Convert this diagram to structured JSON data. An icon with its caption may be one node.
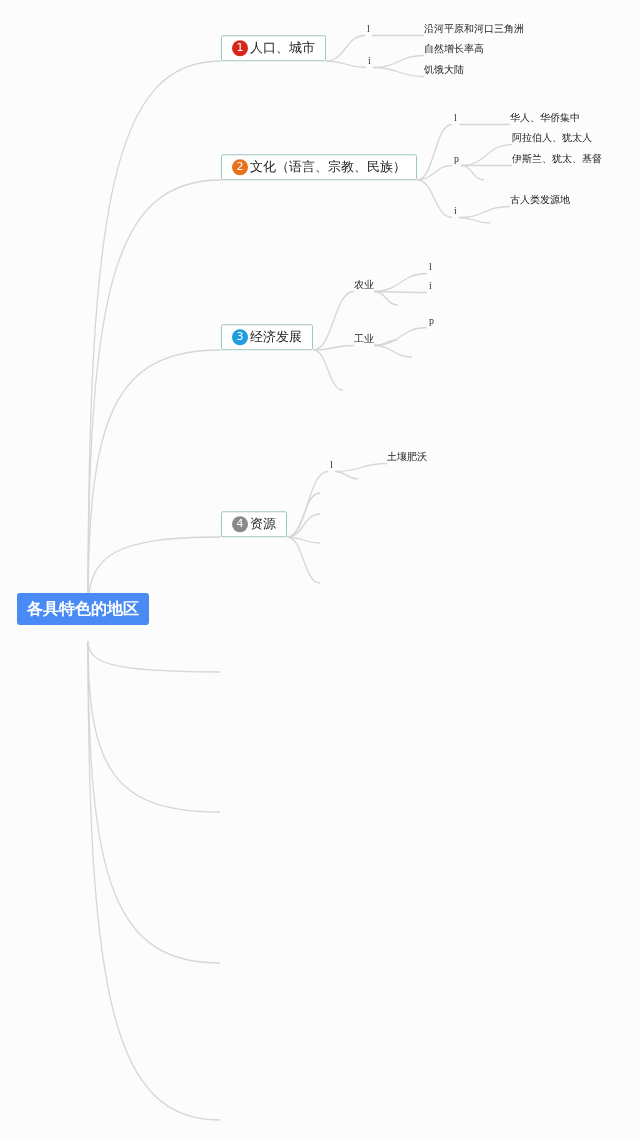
{
  "diagram": {
    "nodes": [
      {
        "text": [
          "各具特色的地区"
        ]
      },
      {
        "text": [
          "1",
          "人口、城市"
        ]
      },
      {
        "text": [
          "l"
        ]
      },
      {
        "text": [
          "沿河平原和河口三角洲"
        ]
      },
      {
        "text": [
          "i"
        ]
      },
      {
        "text": [
          "自然增长率高"
        ]
      },
      {
        "text": [
          "饥饿大陆"
        ]
      },
      {
        "text": [
          "2",
          "文化（语言、宗教、民族）"
        ]
      },
      {
        "text": [
          "l"
        ]
      },
      {
        "text": [
          "华人、华侨集中"
        ]
      },
      {
        "text": [
          "p"
        ]
      },
      {
        "text": [
          "阿拉伯人、犹太人"
        ]
      },
      {
        "text": [
          "伊斯兰、犹太、基督"
        ]
      },
      {
        "text": [
          "i"
        ]
      },
      {
        "text": [
          "古人类发源地"
        ]
      },
      {
        "text": [
          "3",
          "经济发展"
        ]
      },
      {
        "text": [
          "农业"
        ]
      },
      {
        "text": [
          "l"
        ]
      },
      {
        "text": [
          "i"
        ]
      },
      {
        "text": [
          "工业"
        ]
      },
      {
        "text": [
          "p"
        ]
      },
      {
        "text": [
          "4",
          "资源"
        ]
      },
      {
        "text": [
          "l"
        ]
      },
      {
        "text": [
          "土壤肥沃"
        ]
      }
    ],
    "edges": [
      {
        "from": 0,
        "to": 1,
        "arrow": "none"
      },
      {
        "from": 0,
        "to": 7,
        "arrow": "none"
      },
      {
        "from": 0,
        "to": 15,
        "arrow": "none"
      },
      {
        "from": 0,
        "to": 21,
        "arrow": "none"
      },
      {
        "from": 0,
        "to": null,
        "arrow": "none"
      },
      {
        "from": 0,
        "to": null,
        "arrow": "none"
      },
      {
        "from": 0,
        "to": null,
        "arrow": "none"
      },
      {
        "from": 0,
        "to": null,
        "arrow": "none"
      },
      {
        "from": 1,
        "to": 2,
        "arrow": "none"
      },
      {
        "from": 1,
        "to": 4,
        "arrow": "none"
      },
      {
        "from": 2,
        "to": 3,
        "arrow": "none"
      },
      {
        "from": 4,
        "to": 5,
        "arrow": "none"
      },
      {
        "from": 4,
        "to": 6,
        "arrow": "none"
      },
      {
        "from": 7,
        "to": 8,
        "arrow": "none"
      },
      {
        "from": 7,
        "to": 10,
        "arrow": "none"
      },
      {
        "from": 7,
        "to": 13,
        "arrow": "none"
      },
      {
        "from": 8,
        "to": 9,
        "arrow": "none"
      },
      {
        "from": 10,
        "to": 11,
        "arrow": "none"
      },
      {
        "from": 10,
        "to": 12,
        "arrow": "none"
      },
      {
        "from": 10,
        "to": null,
        "arrow": "none"
      },
      {
        "from": 13,
        "to": 14,
        "arrow": "none"
      },
      {
        "from": 13,
        "to": null,
        "arrow": "none"
      },
      {
        "from": 15,
        "to": 16,
        "arrow": "none"
      },
      {
        "from": 15,
        "to": 19,
        "arrow": "none"
      },
      {
        "from": 15,
        "to": null,
        "arrow": "none"
      },
      {
        "from": 16,
        "to": 17,
        "arrow": "none"
      },
      {
        "from": 16,
        "to": 18,
        "arrow": "none"
      },
      {
        "from": 16,
        "to": null,
        "arrow": "none"
      },
      {
        "from": 19,
        "to": 20,
        "arrow": "none"
      },
      {
        "from": 19,
        "to": null,
        "arrow": "none"
      },
      {
        "from": 19,
        "to": null,
        "arrow": "none"
      },
      {
        "from": 21,
        "to": 22,
        "arrow": "none"
      },
      {
        "from": 21,
        "to": null,
        "arrow": "none"
      },
      {
        "from": 21,
        "to": null,
        "arrow": "none"
      },
      {
        "from": 21,
        "to": null,
        "arrow": "none"
      },
      {
        "from": 21,
        "to": null,
        "arrow": "none"
      },
      {
        "from": 22,
        "to": 23,
        "arrow": "none"
      },
      {
        "from": 22,
        "to": null,
        "arrow": "none"
      }
    ]
  }
}
